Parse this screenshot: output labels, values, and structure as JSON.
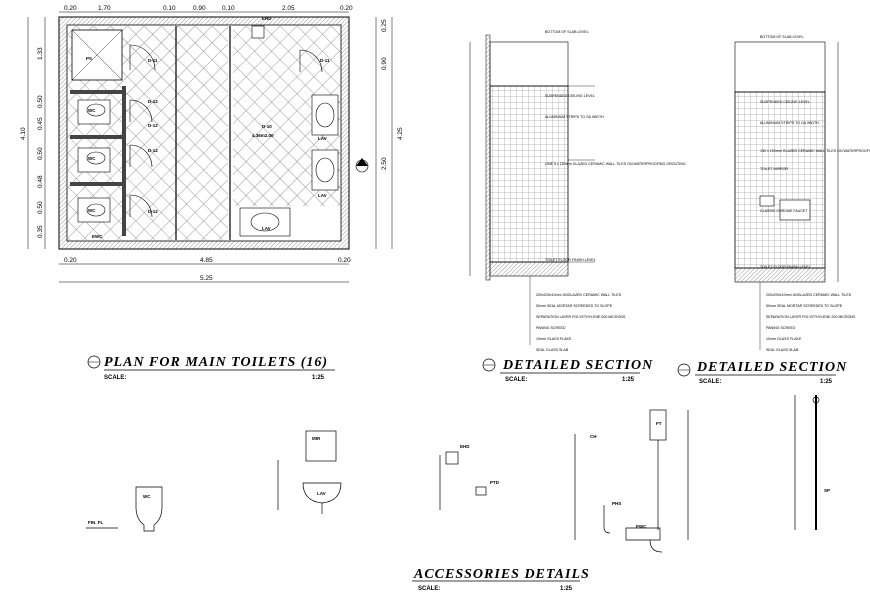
{
  "plan": {
    "title": "PLAN FOR MAIN TOILETS (16)",
    "scale_label": "SCALE:",
    "scale_value": "1:25",
    "dims_top": [
      "0.20",
      "1.70",
      "0.10",
      "0.90",
      "0.10",
      "2.05",
      "0.20"
    ],
    "dims_bottom_inner": [
      "0.20",
      "4.85",
      "0.20"
    ],
    "dim_bottom_overall": "5.25",
    "dims_left": [
      "1.33",
      "0.50",
      "0.45",
      "0.50",
      "0.48",
      "0.50",
      "0.35"
    ],
    "dim_left_overall": "4.10",
    "dims_right": [
      "0.25",
      "0.90",
      "2.50"
    ],
    "dim_right_overall": "4.25",
    "room_labels": [
      "PS",
      "D-11",
      "D-12",
      "D-12",
      "D-12",
      "D-12",
      "D-11",
      "D-10",
      "WC",
      "WC",
      "WC",
      "LAV",
      "LAV",
      "LAV",
      "EWC",
      "EHD"
    ],
    "room_area": "4.36m2.00"
  },
  "section1": {
    "title": "DETAILED SECTION",
    "scale_label": "SCALE:",
    "scale_value": "1:25",
    "notes": [
      "BOTTOM OF SLAB LEVEL",
      "SUSPENDED CEILING LEVEL",
      "ALUMINIUM STRIPS TO GA WIDTH",
      "LINE 5 x 150mm GLAZED CERAMIC WALL TILES ON WATERPROOFING GROUTING",
      "TOILET FLOOR FINISH LEVEL"
    ],
    "layers": [
      "200x200x10mm UNGLAZED CERAMIC WALL TILES",
      "50mm SEAL MORTAR SCREEDED TO SLOPE",
      "SEPARATION LAYER POLYETHYLENE 500 MICRONS",
      "PANING SCREED",
      "10mm GLASS FLAKE",
      "SEAL GLASS SLAB"
    ]
  },
  "section2": {
    "title": "DETAILED SECTION",
    "scale_label": "SCALE:",
    "scale_value": "1:25",
    "notes": [
      "BOTTOM OF SLAB LEVEL",
      "SUSPENDED CEILING LEVEL",
      "ALUMINIUM STRIPS TO GA WIDTH",
      "150 x 150mm GLAZED CERAMIC WALL TILES ON WATERPROOFING GROUTING",
      "TOILET MIRROR",
      "CLASSIC CHROME FAUCET",
      "TOILET FLOOR FINISH LEVEL"
    ],
    "layers": [
      "200x200x10mm UNGLAZED CERAMIC WALL TILES",
      "50mm SEAL MORTAR SCREEDED TO SLOPE",
      "SEPARATION LAYER POLYETHYLENE 200 MICRONS",
      "PANING SCREED",
      "10mm GLASS FLAKE",
      "SEAL GLASS SLAB"
    ]
  },
  "accessories": {
    "title": "ACCESSORIES DETAILS",
    "scale_label": "SCALE:",
    "scale_value": "1:25",
    "items": [
      "WC",
      "MIR",
      "LAV",
      "EHD",
      "PTD",
      "CH",
      "PHS",
      "FT",
      "EWC",
      "SP"
    ],
    "floor_label": "FIN. FL"
  }
}
